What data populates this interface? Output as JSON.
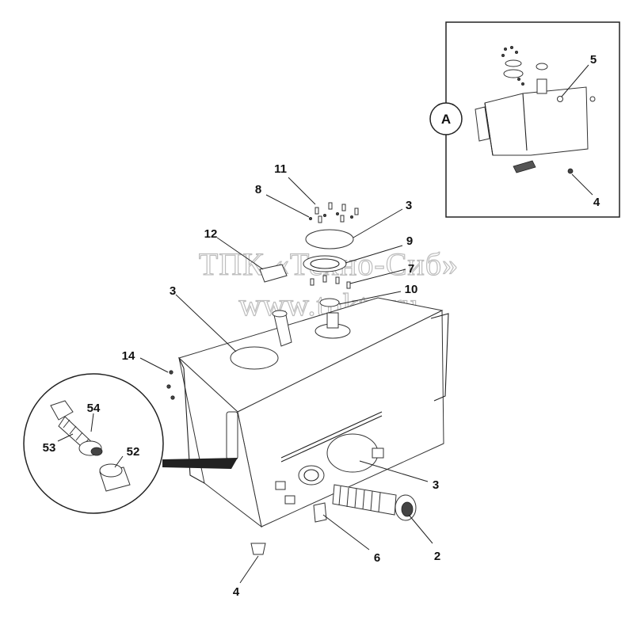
{
  "watermark": {
    "line1": "ТПК «Техно-Сиб»",
    "line2": "www.tpkts.ru"
  },
  "inset": {
    "view_letter": "A",
    "callouts": {
      "c5": "5",
      "c4": "4"
    }
  },
  "detail": {
    "callouts": {
      "c54": "54",
      "c53": "53",
      "c52": "52"
    }
  },
  "callouts": {
    "c11": "11",
    "c8": "8",
    "c3_top": "3",
    "c12": "12",
    "c9": "9",
    "c7": "7",
    "c10": "10",
    "c3_left": "3",
    "c14": "14",
    "c3_right": "3",
    "c6": "6",
    "c2": "2",
    "c4_bottom": "4"
  }
}
